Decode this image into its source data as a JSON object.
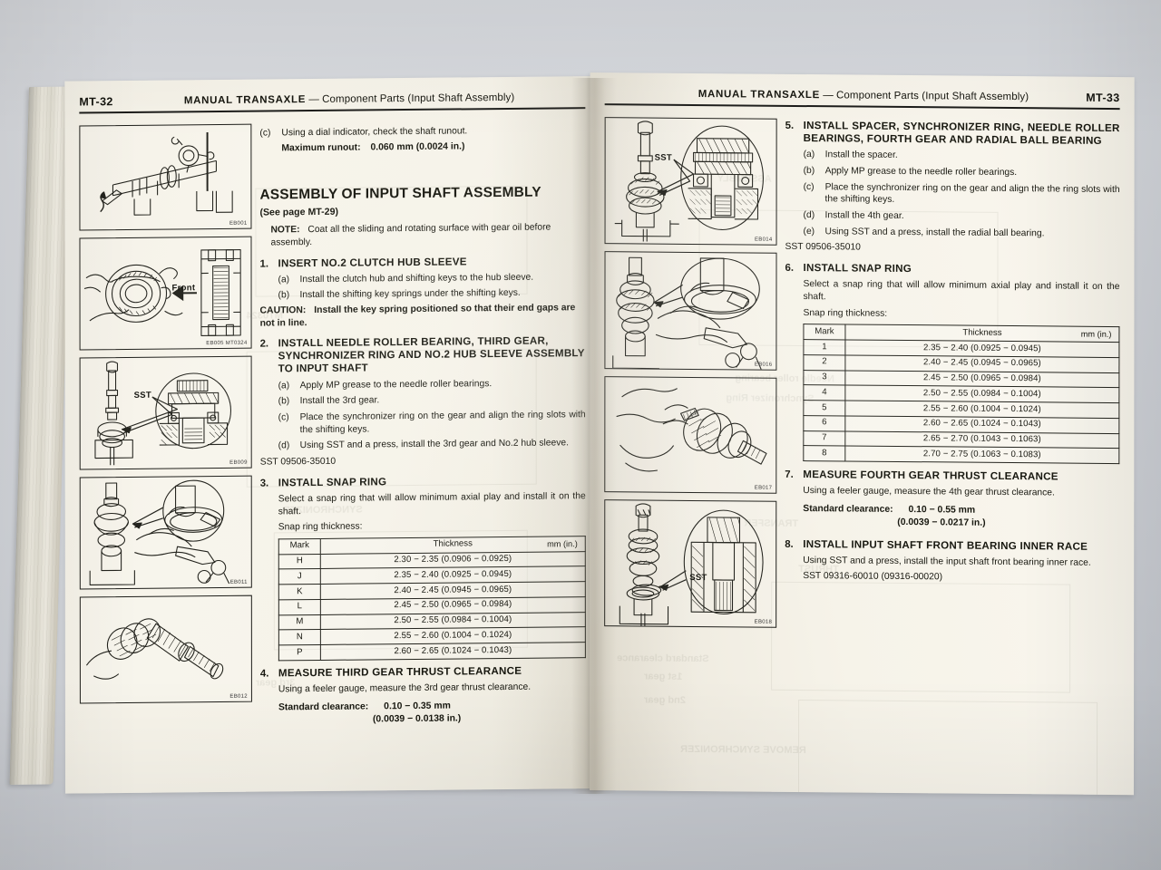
{
  "document": {
    "title": "MANUAL TRANSAXLE — Component Parts (Input Shaft Assembly)",
    "header_main": "MANUAL TRANSAXLE",
    "header_dash": "—",
    "header_sub": "Component Parts (Input Shaft Assembly)"
  },
  "left_page": {
    "page_number": "MT-32",
    "figures": [
      {
        "code": "EB001",
        "name": "dial-indicator-on-input-shaft"
      },
      {
        "code": "EB005 MT0324",
        "name": "clutch-hub-sleeve-and-front-view",
        "label": "Front"
      },
      {
        "code": "EB009",
        "name": "sst-press-third-gear",
        "label": "SST"
      },
      {
        "code": "EB011",
        "name": "install-snap-ring-with-pliers"
      },
      {
        "code": "EB012",
        "name": "input-shaft-assembly"
      }
    ],
    "intro": {
      "letter": "(c)",
      "text": "Using a dial indicator, check the shaft runout.",
      "spec_label": "Maximum runout:",
      "spec_value": "0.060 mm (0.0024 in.)"
    },
    "assembly_title": "ASSEMBLY OF INPUT SHAFT ASSEMBLY",
    "see_page": "(See page MT-29)",
    "note_label": "NOTE:",
    "note_text": "Coat all the sliding and rotating surface with gear oil before assembly.",
    "steps": [
      {
        "num": "1.",
        "title": "INSERT NO.2 CLUTCH HUB SLEEVE",
        "items": [
          {
            "key": "(a)",
            "text": "Install the clutch hub and shifting keys to the hub sleeve."
          },
          {
            "key": "(b)",
            "text": "Install the shifting key springs under the shifting keys."
          }
        ],
        "caution_label": "CAUTION:",
        "caution_text": "Install the key spring positioned so that their end gaps are not in line."
      },
      {
        "num": "2.",
        "title": "INSTALL NEEDLE ROLLER BEARING, THIRD GEAR, SYNCHRONIZER RING AND NO.2 HUB SLEEVE ASSEMBLY TO INPUT SHAFT",
        "items": [
          {
            "key": "(a)",
            "text": "Apply MP grease to the needle roller bearings."
          },
          {
            "key": "(b)",
            "text": "Install the 3rd gear."
          },
          {
            "key": "(c)",
            "text": "Place the synchronizer ring on the gear and align the ring slots with the shifting keys."
          },
          {
            "key": "(d)",
            "text": "Using SST and a press, install the 3rd gear and No.2 hub sleeve."
          }
        ],
        "sst": "SST 09506-35010"
      },
      {
        "num": "3.",
        "title": "INSTALL SNAP RING",
        "body": "Select a snap ring that will allow minimum axial play and install it on the shaft.",
        "table_caption": "Snap ring thickness:"
      },
      {
        "num": "4.",
        "title": "MEASURE THIRD GEAR THRUST CLEARANCE",
        "body": "Using a feeler gauge, measure the 3rd gear thrust clearance.",
        "spec_label": "Standard clearance:",
        "spec_value_1": "0.10 − 0.35 mm",
        "spec_value_2": "(0.0039 − 0.0138 in.)"
      }
    ],
    "snap_ring_table": {
      "columns": [
        "Mark",
        "Thickness",
        "mm (in.)"
      ],
      "rows": [
        {
          "mark": "H",
          "thickness": "2.30 − 2.35 (0.0906 − 0.0925)"
        },
        {
          "mark": "J",
          "thickness": "2.35 − 2.40 (0.0925 − 0.0945)"
        },
        {
          "mark": "K",
          "thickness": "2.40 − 2.45 (0.0945 − 0.0965)"
        },
        {
          "mark": "L",
          "thickness": "2.45 − 2.50 (0.0965 − 0.0984)"
        },
        {
          "mark": "M",
          "thickness": "2.50 − 2.55 (0.0984 − 0.1004)"
        },
        {
          "mark": "N",
          "thickness": "2.55 − 2.60 (0.1004 − 0.1024)"
        },
        {
          "mark": "P",
          "thickness": "2.60 − 2.65 (0.1024 − 0.1043)"
        }
      ]
    }
  },
  "right_page": {
    "page_number": "MT-33",
    "figures": [
      {
        "code": "EB014",
        "name": "sst-press-fourth-gear",
        "label": "SST"
      },
      {
        "code": "EB016",
        "name": "install-snap-ring-pliers-shaft"
      },
      {
        "code": "EB017",
        "name": "measure-fourth-gear-thrust-clearance"
      },
      {
        "code": "EB018",
        "name": "sst-press-front-bearing-inner-race",
        "label": "SST"
      }
    ],
    "steps": [
      {
        "num": "5.",
        "title": "INSTALL SPACER, SYNCHRONIZER RING, NEEDLE ROLLER BEARINGS, FOURTH GEAR AND RADIAL BALL BEARING",
        "items": [
          {
            "key": "(a)",
            "text": "Install the spacer."
          },
          {
            "key": "(b)",
            "text": "Apply MP grease to the needle roller bearings."
          },
          {
            "key": "(c)",
            "text": "Place the synchronizer ring on the gear and align the the ring slots with the shifting keys."
          },
          {
            "key": "(d)",
            "text": "Install the 4th gear."
          },
          {
            "key": "(e)",
            "text": "Using SST and a press, install the radial ball bearing."
          }
        ],
        "sst": "SST 09506-35010"
      },
      {
        "num": "6.",
        "title": "INSTALL SNAP RING",
        "body": "Select a snap ring that will allow minimum axial play and install it on the shaft.",
        "table_caption": "Snap ring thickness:"
      },
      {
        "num": "7.",
        "title": "MEASURE FOURTH GEAR THRUST CLEARANCE",
        "body": "Using a feeler gauge, measure the 4th gear thrust clearance.",
        "spec_label": "Standard clearance:",
        "spec_value_1": "0.10 − 0.55 mm",
        "spec_value_2": "(0.0039 − 0.0217 in.)"
      },
      {
        "num": "8.",
        "title": "INSTALL INPUT SHAFT FRONT BEARING INNER RACE",
        "body": "Using SST and a press, install the input shaft front bearing inner race.",
        "sst": "SST 09316-60010 (09316-00020)"
      }
    ],
    "snap_ring_table": {
      "columns": [
        "Mark",
        "Thickness",
        "mm (in.)"
      ],
      "rows": [
        {
          "mark": "1",
          "thickness": "2.35 − 2.40 (0.0925 − 0.0945)"
        },
        {
          "mark": "2",
          "thickness": "2.40 − 2.45 (0.0945 − 0.0965)"
        },
        {
          "mark": "3",
          "thickness": "2.45 − 2.50 (0.0965 − 0.0984)"
        },
        {
          "mark": "4",
          "thickness": "2.50 − 2.55 (0.0984 − 0.1004)"
        },
        {
          "mark": "5",
          "thickness": "2.55 − 2.60 (0.1004 − 0.1024)"
        },
        {
          "mark": "6",
          "thickness": "2.60 − 2.65 (0.1024 − 0.1043)"
        },
        {
          "mark": "7",
          "thickness": "2.65 − 2.70 (0.1043 − 0.1063)"
        },
        {
          "mark": "8",
          "thickness": "2.70 − 2.75 (0.1063 − 0.1083)"
        }
      ]
    }
  },
  "colors": {
    "background": "#d3d6db",
    "paper": "#f6f3e9",
    "ink": "#17170f"
  }
}
